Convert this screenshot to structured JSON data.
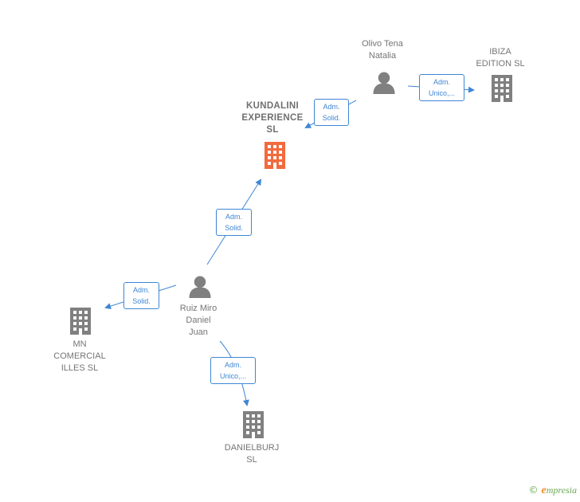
{
  "colors": {
    "company": "#808080",
    "company_highlight": "#f26a3d",
    "person": "#808080",
    "edge": "#3f86d4",
    "label": "#757575"
  },
  "nodes": {
    "kundalini": {
      "type": "company",
      "lines": [
        "KUNDALINI",
        "EXPERIENCE",
        "SL"
      ],
      "highlight": true
    },
    "olivo": {
      "type": "person",
      "lines": [
        "Olivo  Tena",
        "Natalia"
      ]
    },
    "ibiza": {
      "type": "company",
      "lines": [
        "IBIZA",
        "EDITION  SL"
      ]
    },
    "ruiz": {
      "type": "person",
      "lines": [
        "Ruiz Miro",
        "Daniel",
        "Juan"
      ]
    },
    "mn": {
      "type": "company",
      "lines": [
        "MN",
        "COMERCIAL",
        "ILLES SL"
      ]
    },
    "danielburj": {
      "type": "company",
      "lines": [
        "DANIELBURJ",
        "SL"
      ]
    }
  },
  "edges": [
    {
      "id": "olivo-kundalini",
      "from": "olivo",
      "to": "kundalini",
      "lines": [
        "Adm.",
        "Solid."
      ]
    },
    {
      "id": "olivo-ibiza",
      "from": "olivo",
      "to": "ibiza",
      "lines": [
        "Adm.",
        "Unico,..."
      ]
    },
    {
      "id": "ruiz-kundalini",
      "from": "ruiz",
      "to": "kundalini",
      "lines": [
        "Adm.",
        "Solid."
      ]
    },
    {
      "id": "ruiz-mn",
      "from": "ruiz",
      "to": "mn",
      "lines": [
        "Adm.",
        "Solid."
      ]
    },
    {
      "id": "ruiz-danielburj",
      "from": "ruiz",
      "to": "danielburj",
      "lines": [
        "Adm.",
        "Unico,..."
      ]
    }
  ],
  "footer": {
    "copyright": "©",
    "brand_initial": "e",
    "brand_rest": "mpresia"
  }
}
